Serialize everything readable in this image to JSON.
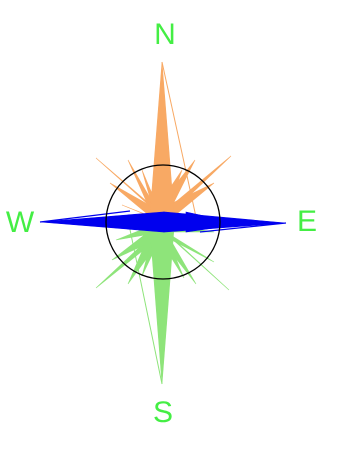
{
  "labels": {
    "north": "N",
    "south": "S",
    "west": "W",
    "east": "E"
  },
  "colors": {
    "north": "#f8a964",
    "south": "#8ee47a",
    "east_west": "#0000ee",
    "label": "#44ee44",
    "circle": "#000000"
  }
}
